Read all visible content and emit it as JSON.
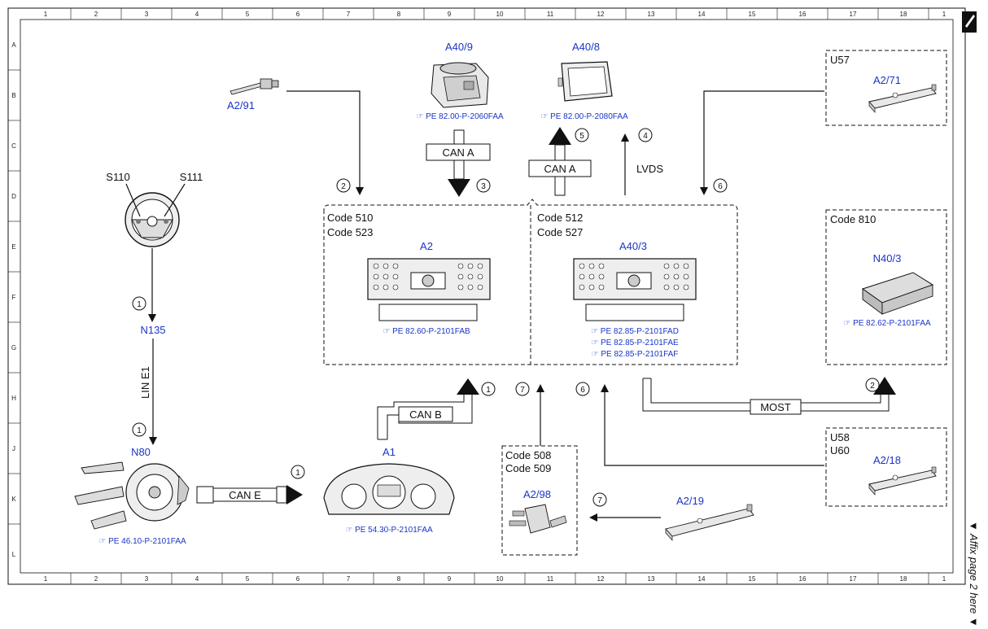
{
  "grid": {
    "columns": [
      "1",
      "2",
      "3",
      "4",
      "5",
      "6",
      "7",
      "8",
      "9",
      "10",
      "11",
      "12",
      "13",
      "14",
      "15",
      "16",
      "17",
      "18",
      "1"
    ],
    "rows": [
      "A",
      "B",
      "C",
      "D",
      "E",
      "F",
      "G",
      "H",
      "J",
      "K",
      "L"
    ]
  },
  "components": {
    "a40_9": {
      "name": "A40/9",
      "ref": "PE 82.00-P-2060FAA"
    },
    "a40_8": {
      "name": "A40/8",
      "ref": "PE 82.00-P-2080FAA"
    },
    "a2_91": {
      "name": "A2/91"
    },
    "u57": {
      "code": "U57",
      "name": "A2/71"
    },
    "s110": {
      "name": "S110"
    },
    "s111": {
      "name": "S111"
    },
    "n135": {
      "name": "N135"
    },
    "n80": {
      "name": "N80",
      "ref": "PE 46.10-P-2101FAA"
    },
    "a1": {
      "name": "A1",
      "ref": "PE 54.30-P-2101FAA"
    },
    "a2": {
      "code1": "Code 510",
      "code2": "Code 523",
      "name": "A2",
      "ref": "PE 82.60-P-2101FAB"
    },
    "a40_3": {
      "code1": "Code 512",
      "code2": "Code 527",
      "name": "A40/3",
      "ref1": "PE 82.85-P-2101FAD",
      "ref2": "PE 82.85-P-2101FAE",
      "ref3": "PE 82.85-P-2101FAF"
    },
    "n40_3": {
      "code": "Code 810",
      "name": "N40/3",
      "ref": "PE 82.62-P-2101FAA"
    },
    "a2_98": {
      "code1": "Code 508",
      "code2": "Code 509",
      "name": "A2/98"
    },
    "a2_19": {
      "name": "A2/19"
    },
    "u58": {
      "code1": "U58",
      "code2": "U60",
      "name": "A2/18"
    }
  },
  "buses": {
    "can_a": "CAN A",
    "can_b": "CAN B",
    "can_e": "CAN E",
    "lin_e1": "LIN E1",
    "lvds": "LVDS",
    "most": "MOST"
  },
  "callouts": [
    "1",
    "2",
    "3",
    "4",
    "5",
    "6",
    "7"
  ],
  "margin_note": "▼ Affix page 2 here ▼"
}
